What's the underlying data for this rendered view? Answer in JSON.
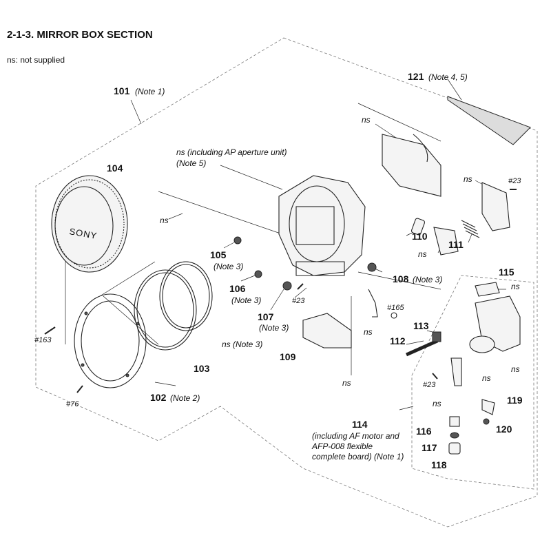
{
  "header": {
    "title": "2-1-3. MIRROR BOX SECTION",
    "subtitle": "ns: not supplied"
  },
  "labels": {
    "p101": "101",
    "p101_note": "(Note 1)",
    "p121": "121",
    "p121_note": "(Note 4, 5)",
    "p104": "104",
    "ns_ap": "ns (including AP aperture unit)",
    "ns_ap_note": "(Note 5)",
    "ns": "ns",
    "p23": "#23",
    "p105": "105",
    "p106": "106",
    "p107": "107",
    "p108": "108",
    "note3": "(Note 3)",
    "p110": "110",
    "p111": "111",
    "p115": "115",
    "p165": "#165",
    "p113": "113",
    "p112": "112",
    "p109": "109",
    "p163": "#163",
    "p103": "103",
    "ns_note3": "ns (Note 3)",
    "p102": "102",
    "p102_note": "(Note 2)",
    "p76": "#76",
    "p114": "114",
    "p114_l1": "(including AF motor and",
    "p114_l2": "AFP-008 flexible",
    "p114_l3": "complete board) (Note 1)",
    "p116": "116",
    "p117": "117",
    "p118": "118",
    "p119": "119",
    "p120": "120",
    "sony": "SONY"
  }
}
